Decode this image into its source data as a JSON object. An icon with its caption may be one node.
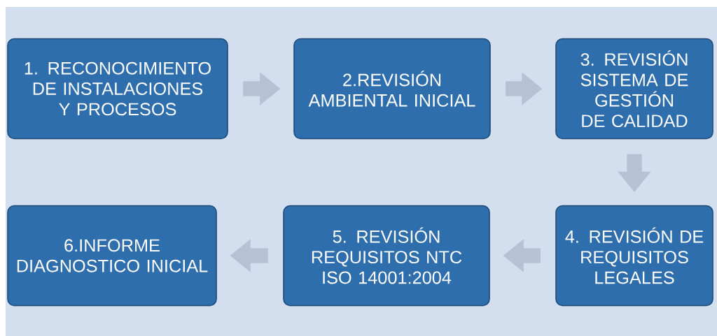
{
  "diagram": {
    "nodes": [
      {
        "text": [
          "1. RECONOCIMIENTO DE INSTALACIONES Y PROCESOS"
        ]
      },
      {
        "text": [
          "2.REVISIÓN AMBIENTAL INICIAL"
        ]
      },
      {
        "text": [
          "3. REVISIÓN SISTEMA DE GESTIÓN DE CALIDAD"
        ]
      },
      {
        "text": [
          "4. REVISIÓN DE REQUISITOS LEGALES"
        ]
      },
      {
        "text": [
          "5. REVISIÓN REQUISITOS NTC ISO 14001:2004"
        ]
      },
      {
        "text": [
          "6.INFORME DIAGNOSTICO INICIAL"
        ]
      }
    ],
    "edges": [
      {
        "from": 0,
        "to": 1,
        "arrow": "to"
      },
      {
        "from": 1,
        "to": 2,
        "arrow": "to"
      },
      {
        "from": 2,
        "to": 3,
        "arrow": "to"
      },
      {
        "from": 3,
        "to": 4,
        "arrow": "to"
      },
      {
        "from": 4,
        "to": 5,
        "arrow": "to"
      }
    ]
  }
}
